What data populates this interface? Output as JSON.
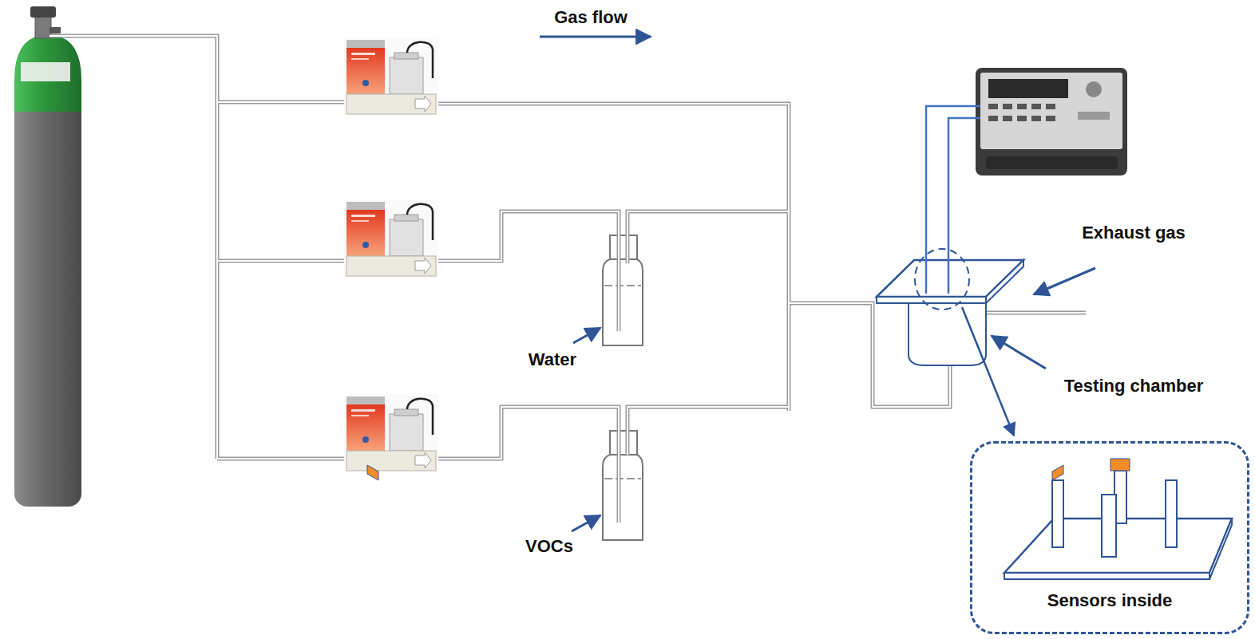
{
  "diagram": {
    "nodes": [
      {
        "text": [
          "Sensors inside"
        ]
      }
    ],
    "labels": [
      "Gas flow",
      "Water",
      "VOCs",
      "Exhaust gas",
      "Testing chamber"
    ]
  }
}
